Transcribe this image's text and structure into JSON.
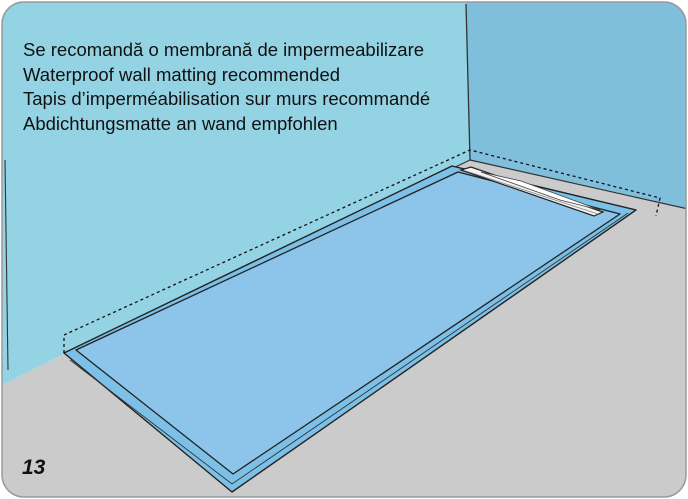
{
  "instructions": {
    "lines": [
      "Se recomandă o membrană de impermeabilizare",
      "Waterproof wall matting recommended",
      "Tapis d’imperméabilisation sur murs recommandé",
      "Abdichtungsmatte an wand empfohlen"
    ]
  },
  "step": {
    "number": "13"
  },
  "colors": {
    "wall_left": "#94d3e4",
    "wall_right": "#7fbfdc",
    "floor": "#cbcbcb",
    "shower_tray": "#8cc4ea",
    "tray_rim": "#7cc0e8",
    "drain": "#f2f2f2",
    "outline": "#222222",
    "frame": "#9a9a9a"
  },
  "icons": {
    "drain": "linear-drain-icon",
    "waterproof_membrane": "dashed-membrane-outline-icon"
  }
}
